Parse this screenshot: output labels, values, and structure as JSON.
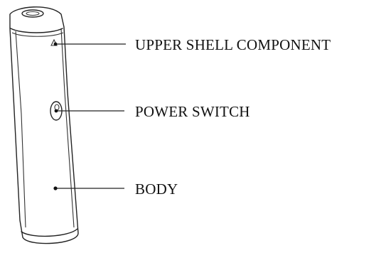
{
  "labels": {
    "upper_shell": "UPPER SHELL COMPONENT",
    "power_switch": "POWER SWITCH",
    "body": "BODY"
  }
}
